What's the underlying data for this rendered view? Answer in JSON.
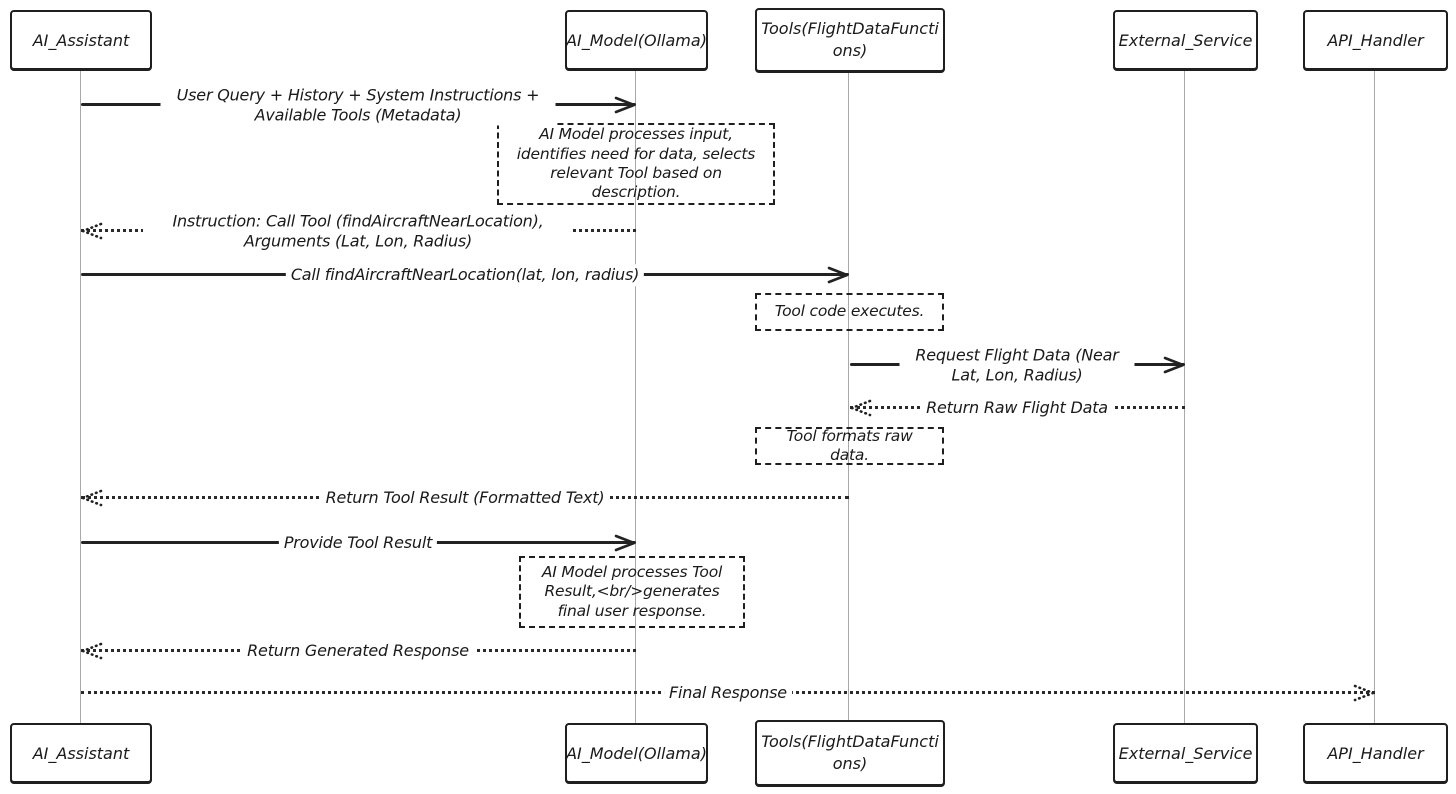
{
  "diagram": {
    "kind": "sequence-diagram",
    "actors": [
      {
        "id": "ai-assistant",
        "label": "AI_Assistant"
      },
      {
        "id": "ai-model",
        "label": "AI_Model(Ollama)"
      },
      {
        "id": "tools",
        "label": "Tools(FlightDataFunctions)"
      },
      {
        "id": "external-service",
        "label": "External_Service"
      },
      {
        "id": "api-handler",
        "label": "API_Handler"
      }
    ],
    "messages": [
      {
        "from": "AI_Assistant",
        "to": "AI_Model(Ollama)",
        "style": "solid",
        "text": "User Query + History + System Instructions + Available Tools (Metadata)"
      },
      {
        "from": "AI_Model(Ollama)",
        "to": "AI_Assistant",
        "style": "dotted",
        "text": "Instruction: Call Tool (findAircraftNearLocation), Arguments (Lat, Lon, Radius)"
      },
      {
        "from": "AI_Assistant",
        "to": "Tools(FlightDataFunctions)",
        "style": "solid",
        "text": "Call findAircraftNearLocation(lat, lon, radius)"
      },
      {
        "from": "Tools(FlightDataFunctions)",
        "to": "External_Service",
        "style": "solid",
        "text": "Request Flight Data (Near Lat, Lon, Radius)"
      },
      {
        "from": "External_Service",
        "to": "Tools(FlightDataFunctions)",
        "style": "dotted",
        "text": "Return Raw Flight Data"
      },
      {
        "from": "Tools(FlightDataFunctions)",
        "to": "AI_Assistant",
        "style": "dotted",
        "text": "Return Tool Result (Formatted Text)"
      },
      {
        "from": "AI_Assistant",
        "to": "AI_Model(Ollama)",
        "style": "solid",
        "text": "Provide Tool Result"
      },
      {
        "from": "AI_Model(Ollama)",
        "to": "AI_Assistant",
        "style": "dotted",
        "text": "Return Generated Response"
      },
      {
        "from": "AI_Assistant",
        "to": "API_Handler",
        "style": "dotted",
        "text": "Final Response"
      }
    ],
    "notes": [
      {
        "over": "AI_Model(Ollama)",
        "text": "AI Model processes input, identifies need for data, selects relevant Tool based on description."
      },
      {
        "over": "Tools(FlightDataFunctions)",
        "text": "Tool code executes."
      },
      {
        "over": "Tools(FlightDataFunctions)",
        "text": "Tool formats raw data."
      },
      {
        "over": "AI_Model(Ollama)",
        "text": "AI Model processes Tool Result,<br/>generates final user response."
      }
    ],
    "colors": {
      "stroke": "#1f1f1f",
      "lifeline": "#a9a9a9",
      "background": "#ffffff"
    }
  }
}
